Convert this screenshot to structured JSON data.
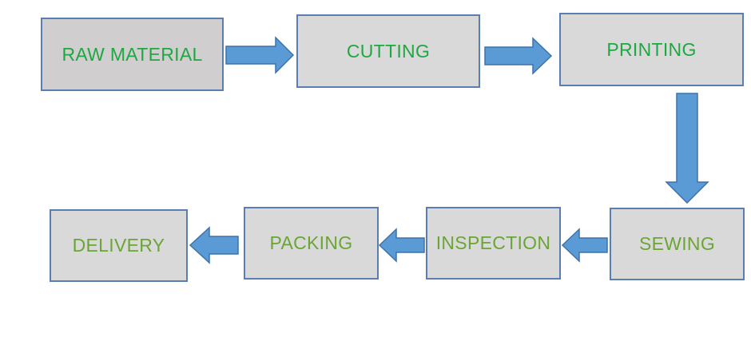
{
  "diagram": {
    "steps": [
      {
        "id": "raw-material",
        "label": "RAW MATERIAL"
      },
      {
        "id": "cutting",
        "label": "CUTTING"
      },
      {
        "id": "printing",
        "label": "PRINTING"
      },
      {
        "id": "sewing",
        "label": "SEWING"
      },
      {
        "id": "inspection",
        "label": "INSPECTION"
      },
      {
        "id": "packing",
        "label": "PACKING"
      },
      {
        "id": "delivery",
        "label": "DELIVERY"
      }
    ],
    "colors": {
      "box_fill_first": "#d0cece",
      "box_fill": "#d9d9d9",
      "box_border": "#5b7eb0",
      "label_top_row": "#1fa842",
      "label_bottom_row": "#6aa535",
      "arrow_fill": "#5b9bd5",
      "arrow_stroke": "#3f72a8"
    }
  }
}
